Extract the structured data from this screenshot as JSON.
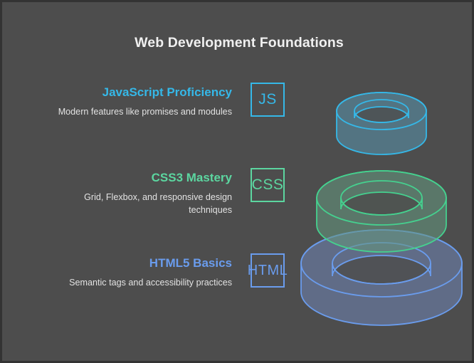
{
  "slide": {
    "title": "Web Development Foundations",
    "background_color": "#4d4d4d",
    "border_color": "#333333",
    "title_color": "#f0f0f0"
  },
  "entries": [
    {
      "heading": "JavaScript Proficiency",
      "description": "Modern features like promises and modules",
      "badge_label": "JS",
      "color": "#35b8e8"
    },
    {
      "heading": "CSS3 Mastery",
      "description": "Grid, Flexbox, and responsive design techniques",
      "badge_label": "CSS",
      "color": "#5cd6a0"
    },
    {
      "heading": "HTML5 Basics",
      "description": "Semantic tags and accessibility practices",
      "badge_label": "HTML",
      "color": "#6a9ced"
    }
  ],
  "diagram": {
    "type": "stacked-torus-pyramid",
    "rings": [
      {
        "name": "javascript-ring",
        "position": "top",
        "color": "#35b8e8",
        "fill": "rgba(90,150,175,0.55)"
      },
      {
        "name": "css-ring",
        "position": "middle",
        "color": "#45d18f",
        "fill": "rgba(100,150,125,0.55)"
      },
      {
        "name": "html-ring",
        "position": "bottom",
        "color": "#6a9ced",
        "fill": "rgba(110,130,175,0.60)"
      }
    ]
  }
}
